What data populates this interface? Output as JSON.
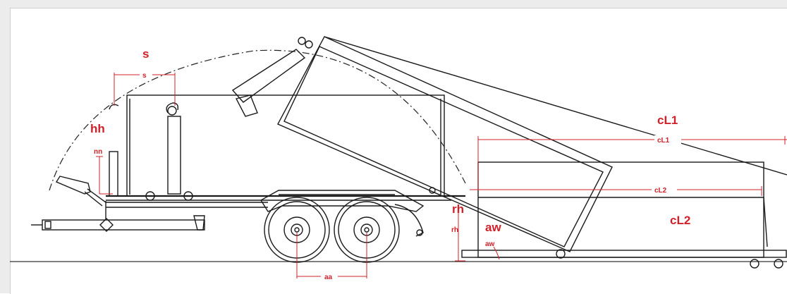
{
  "labels": {
    "s_big": "s",
    "s_small": "s",
    "hh": "hh",
    "nn": "nn",
    "cL1_big": "cL1",
    "cL1_small": "cL1",
    "cL2_big": "cL2",
    "cL2_small": "cL2",
    "rh_big": "rh",
    "rh_small": "rh",
    "aw_big": "aw",
    "aw_small": "aw",
    "aa": "aa"
  },
  "colors": {
    "dimension": "#d0202a",
    "line": "#1a1a1a",
    "background": "#ffffff"
  }
}
